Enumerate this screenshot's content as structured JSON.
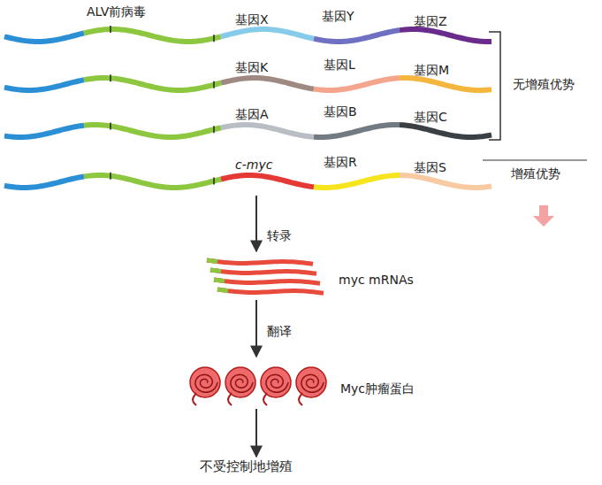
{
  "diagram": {
    "nodes": [
      {
        "text": [
          "ALV前病毒",
          "基因X",
          "基因Y",
          "基因Z"
        ]
      },
      {
        "text": [
          "基因K",
          "基因L",
          "基因M"
        ]
      },
      {
        "text": [
          "基因A",
          "基因B",
          "基因C"
        ]
      },
      {
        "text": [
          "c-myc",
          "基因R",
          "基因S"
        ]
      },
      {
        "text": [
          "myc mRNAs"
        ]
      },
      {
        "text": [
          "Myc肿瘤蛋白"
        ]
      },
      {
        "text": [
          "不受控制地增殖"
        ]
      }
    ],
    "edges": [
      {
        "from": 3,
        "to": 4,
        "arrow": "to",
        "label": "转录"
      },
      {
        "from": 4,
        "to": 5,
        "arrow": "to",
        "label": "翻译"
      },
      {
        "from": 5,
        "to": 6,
        "arrow": "to"
      }
    ],
    "labels": [
      "无增殖优势",
      "增殖优势"
    ]
  }
}
